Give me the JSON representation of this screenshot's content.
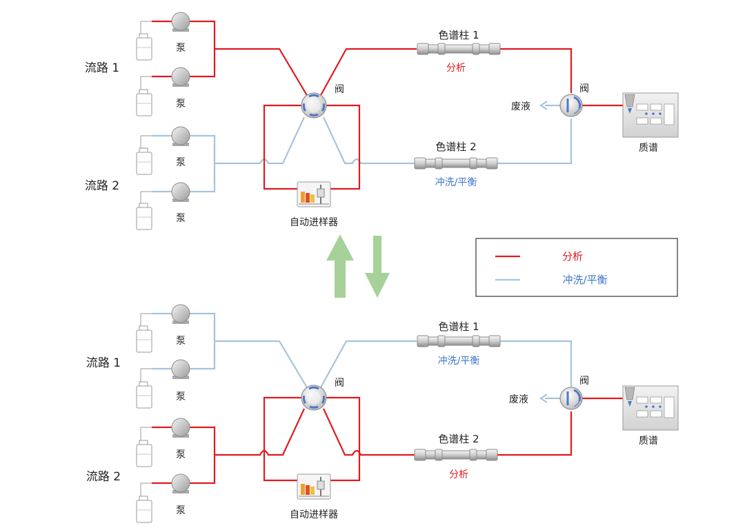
{
  "colors": {
    "analysis": "#e0191f",
    "flush": "#a7c3dc",
    "arrow": "#9ccc8e",
    "valve_ring": "#4a78c8"
  },
  "top": {
    "flow1_label": "流路 1",
    "flow2_label": "流路 2",
    "pump_label": "泵",
    "valve_label": "阀",
    "column1_label": "色谱柱 1",
    "column1_mode": "分析",
    "column2_label": "色谱柱 2",
    "column2_mode": "冲洗/平衡",
    "waste_label": "废液",
    "ms_label": "质谱",
    "autosampler_label": "自动进样器"
  },
  "bottom": {
    "flow1_label": "流路 1",
    "flow2_label": "流路 2",
    "pump_label": "泵",
    "valve_label": "阀",
    "column1_label": "色谱柱 1",
    "column1_mode": "冲洗/平衡",
    "column2_label": "色谱柱 2",
    "column2_mode": "分析",
    "waste_label": "废液",
    "ms_label": "质谱",
    "autosampler_label": "自动进样器"
  },
  "legend": {
    "analysis_label": "分析",
    "flush_label": "冲洗/平衡"
  }
}
